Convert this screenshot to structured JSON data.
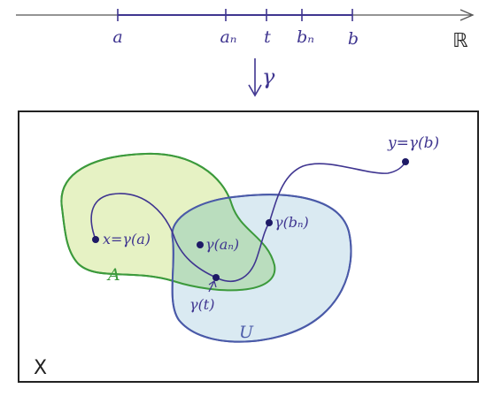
{
  "number_line": {
    "label_a": "a",
    "label_an": "aₙ",
    "label_t": "t",
    "label_bn": "bₙ",
    "label_b": "b",
    "label_R": "ℝ"
  },
  "map": {
    "label": "γ"
  },
  "space": {
    "label": "X",
    "set_A_label": "A",
    "set_U_label": "U"
  },
  "points": {
    "x_label": "x=γ(a)",
    "gamma_an_label": "γ(aₙ)",
    "gamma_t_label": "γ(t)",
    "gamma_bn_label": "γ(bₙ)",
    "y_label": "y=γ(b)"
  },
  "colors": {
    "ink": "#3f3590",
    "frame": "#222222",
    "set_A_stroke": "#3c9a3c",
    "set_A_fill": "#e6f2c4",
    "set_U_stroke": "#4a5aa8",
    "set_U_fill": "#d4e6f0",
    "overlap_fill": "#b7dcb9"
  }
}
